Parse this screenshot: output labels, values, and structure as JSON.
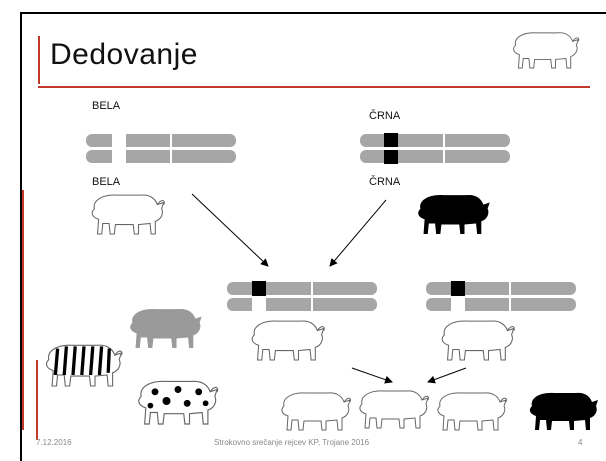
{
  "slide": {
    "title": "Dedovanje",
    "labels": {
      "white_top": "BELA",
      "white_bottom": "BELA",
      "black_top": "ČRNA",
      "black_bottom": "ČRNA"
    },
    "footer": {
      "date": "7.12.2016",
      "center": "Strokovno srečanje rejcev KP, Trojane 2016",
      "page": "4"
    }
  },
  "colors": {
    "accent": "#c0392b",
    "chromosome": "#a6a6a6",
    "allele_dark": "#000000",
    "allele_light": "#ffffff"
  },
  "icons": [
    "pig-outline-icon",
    "pig-black-icon",
    "pig-gray-icon",
    "pig-striped-icon",
    "pig-spotted-icon"
  ]
}
